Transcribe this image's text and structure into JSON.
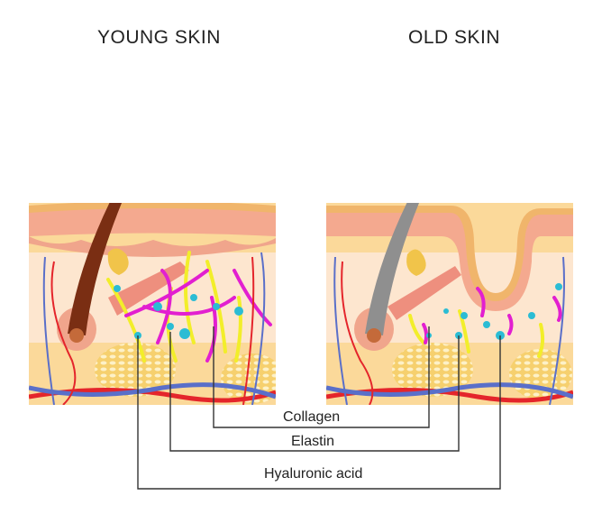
{
  "titles": {
    "young": "YOUNG SKIN",
    "old": "OLD SKIN"
  },
  "labels": {
    "collagen": "Collagen",
    "elastin": "Elastin",
    "hyaluronic": "Hyaluronic acid"
  },
  "colors": {
    "collagen": "#f2ee2a",
    "elastin": "#e21fd0",
    "hyaluronic": "#2bbcd4",
    "artery": "#e4252b",
    "vein": "#5a6fc9",
    "fat": "#f7d98a",
    "dermis": "#fbe3c8",
    "epidermis": "#f4a98f"
  }
}
